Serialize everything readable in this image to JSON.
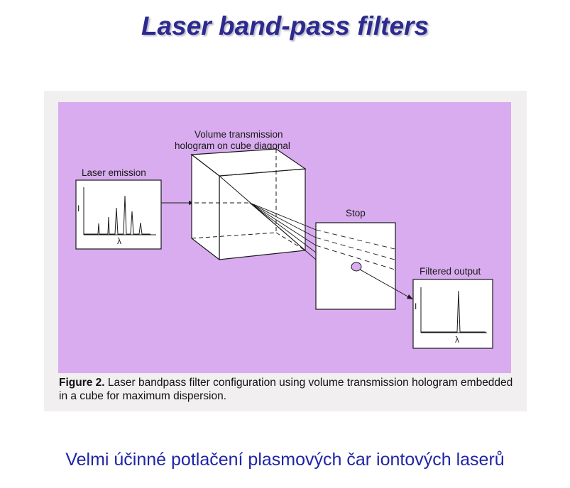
{
  "slide": {
    "title": "Laser band-pass  filters",
    "subtitle": "Velmi účinné potlačení plasmových čar iontových laserů"
  },
  "figure": {
    "labels": {
      "laser_emission": "Laser emission",
      "hologram_line1": "Volume transmission",
      "hologram_line2": "hologram on cube diagonal",
      "stop": "Stop",
      "filtered_output": "Filtered output"
    },
    "axis": {
      "intensity_label": "I",
      "wavelength_label": "λ"
    },
    "caption": {
      "lead": "Figure 2.",
      "text": " Laser bandpass filter configuration using volume transmission hologram embedded in a cube for maximum dispersion."
    },
    "colors": {
      "panel_background": "#d8acef",
      "line": "#1a1a1a",
      "card": "#f1eff0"
    }
  }
}
